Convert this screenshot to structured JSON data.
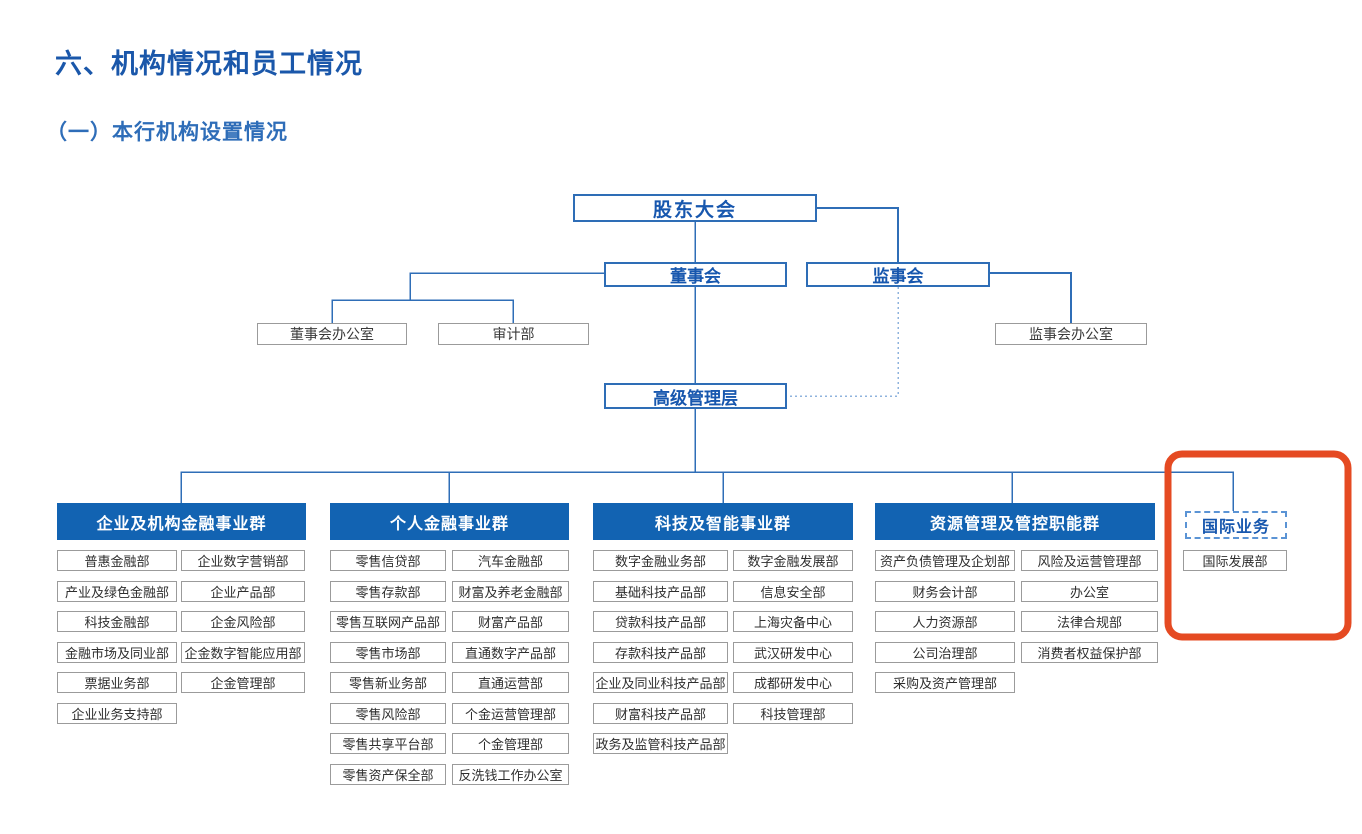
{
  "page": {
    "title": "六、机构情况和员工情况",
    "subtitle": "（一）本行机构设置情况"
  },
  "colors": {
    "header_blue": "#1263b2",
    "line_blue": "#2f6eb7",
    "dotted_blue": "#8fb3dd",
    "box_border_gray": "#9b9b9b",
    "title_blue": "#1a57aa",
    "highlight_red": "#e54a22"
  },
  "chart": {
    "top": {
      "shareholders": "股东大会",
      "board": "董事会",
      "supervisory": "监事会",
      "board_office": "董事会办公室",
      "audit": "审计部",
      "supervisory_office": "监事会办公室",
      "senior_mgmt": "高级管理层"
    },
    "groups": [
      {
        "label": "企业及机构金融事业群",
        "columns": [
          [
            "普惠金融部",
            "产业及绿色金融部",
            "科技金融部",
            "金融市场及同业部",
            "票据业务部",
            "企业业务支持部"
          ],
          [
            "企业数字营销部",
            "企业产品部",
            "企金风险部",
            "企金数字智能应用部",
            "企金管理部"
          ]
        ]
      },
      {
        "label": "个人金融事业群",
        "columns": [
          [
            "零售信贷部",
            "零售存款部",
            "零售互联网产品部",
            "零售市场部",
            "零售新业务部",
            "零售风险部",
            "零售共享平台部",
            "零售资产保全部"
          ],
          [
            "汽车金融部",
            "财富及养老金融部",
            "财富产品部",
            "直通数字产品部",
            "直通运营部",
            "个金运营管理部",
            "个金管理部",
            "反洗钱工作办公室"
          ]
        ]
      },
      {
        "label": "科技及智能事业群",
        "columns": [
          [
            "数字金融业务部",
            "基础科技产品部",
            "贷款科技产品部",
            "存款科技产品部",
            "企业及同业科技产品部",
            "财富科技产品部",
            "政务及监管科技产品部"
          ],
          [
            "数字金融发展部",
            "信息安全部",
            "上海灾备中心",
            "武汉研发中心",
            "成都研发中心",
            "科技管理部"
          ]
        ]
      },
      {
        "label": "资源管理及管控职能群",
        "columns": [
          [
            "资产负债管理及企划部",
            "财务会计部",
            "人力资源部",
            "公司治理部",
            "采购及资产管理部"
          ],
          [
            "风险及运营管理部",
            "办公室",
            "法律合规部",
            "消费者权益保护部"
          ]
        ]
      },
      {
        "label": "国际业务",
        "highlighted": true,
        "columns": [
          [
            "国际发展部"
          ]
        ]
      }
    ]
  }
}
